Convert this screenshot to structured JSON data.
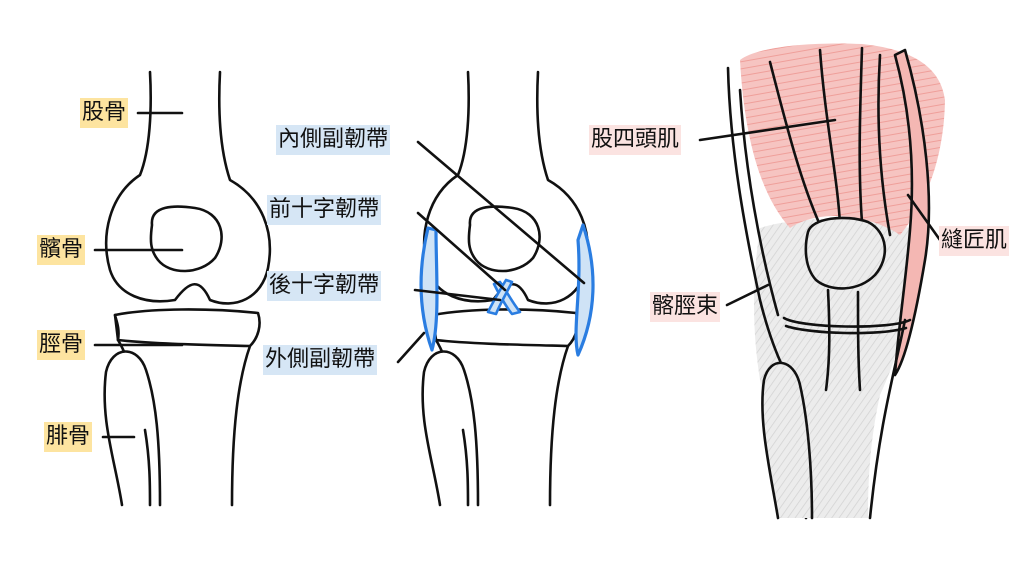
{
  "colors": {
    "bone_label_bg": "#fde4a0",
    "ligament_label_bg": "#d6e6f5",
    "muscle_label_bg": "#fbe3e1",
    "ligament_stroke": "#2a7de1",
    "ligament_fill": "#cfe3f6",
    "muscle_fill": "#f4b7b3",
    "tendon_fill": "#e4e4e4",
    "outline": "#111111"
  },
  "bones": {
    "femur": "股骨",
    "patella": "髕骨",
    "tibia": "脛骨",
    "fibula": "腓骨"
  },
  "ligaments": {
    "mcl": "內側副韌帶",
    "acl": "前十字韌帶",
    "pcl": "後十字韌帶",
    "lcl": "外側副韌帶"
  },
  "muscles": {
    "quadriceps": "股四頭肌",
    "sartorius": "縫匠肌",
    "it_band": "髂脛束"
  }
}
